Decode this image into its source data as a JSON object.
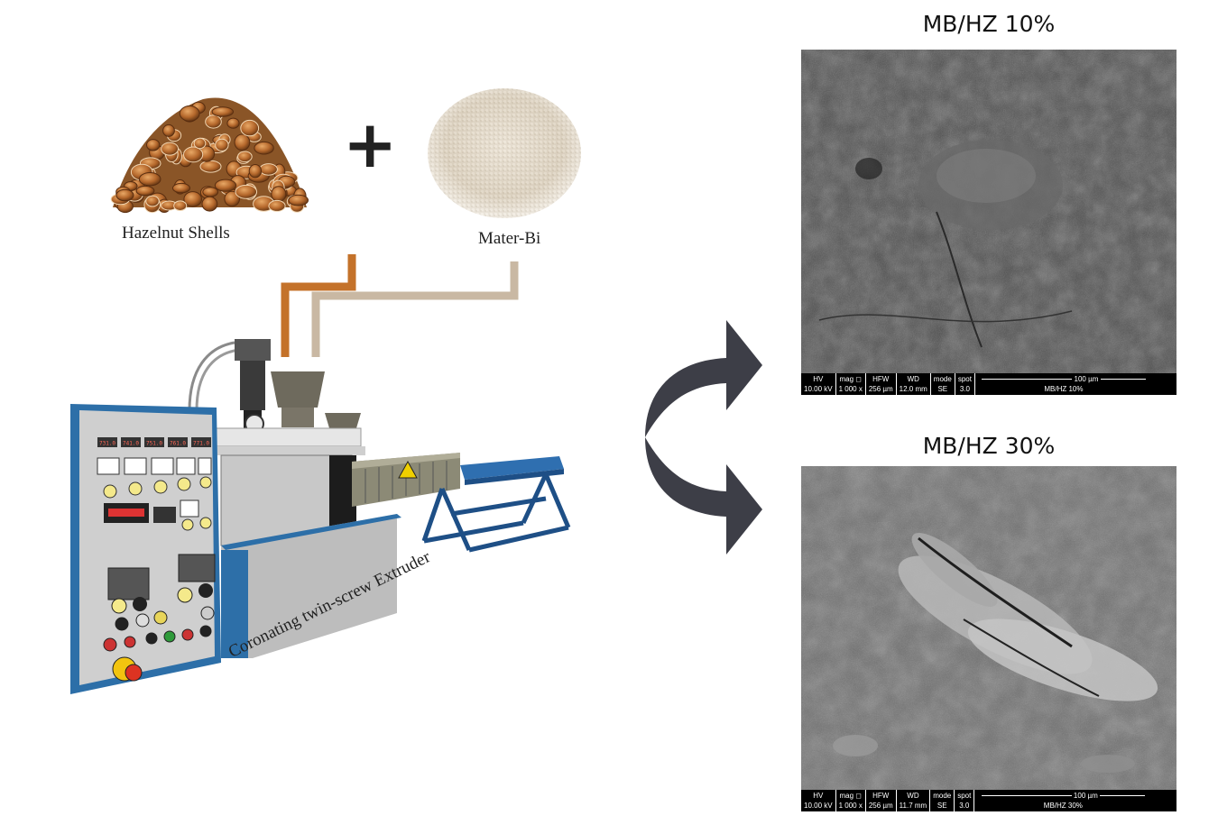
{
  "left": {
    "ingredient_1": {
      "label": "Hazelnut Shells"
    },
    "plus_symbol": "+",
    "ingredient_2": {
      "label": "Mater-Bi"
    },
    "extruder": {
      "label": "Coronating twin-screw Extruder"
    },
    "panel_readouts": [
      "731.0",
      "741.0",
      "751.0",
      "761.0",
      "771.0"
    ],
    "feed_colors": {
      "hazelnut": "#c4722a",
      "materbi": "#c9b8a3"
    }
  },
  "right": {
    "panels": [
      {
        "title": "MB/HZ 10%",
        "info_bar": {
          "headers": [
            "HV",
            "mag ◻",
            "HFW",
            "WD",
            "mode",
            "spot"
          ],
          "values": [
            "10.00 kV",
            "1 000 x",
            "256 µm",
            "12.0 mm",
            "SE",
            "3.0"
          ],
          "scale": "100 µm",
          "sample": "MB/HZ 10%"
        }
      },
      {
        "title": "MB/HZ 30%",
        "info_bar": {
          "headers": [
            "HV",
            "mag ◻",
            "HFW",
            "WD",
            "mode",
            "spot"
          ],
          "values": [
            "10.00 kV",
            "1 000 x",
            "256 µm",
            "11.7 mm",
            "SE",
            "3.0"
          ],
          "scale": "100 µm",
          "sample": "MB/HZ 30%"
        }
      }
    ]
  },
  "arrow_color": "#3d3e47"
}
